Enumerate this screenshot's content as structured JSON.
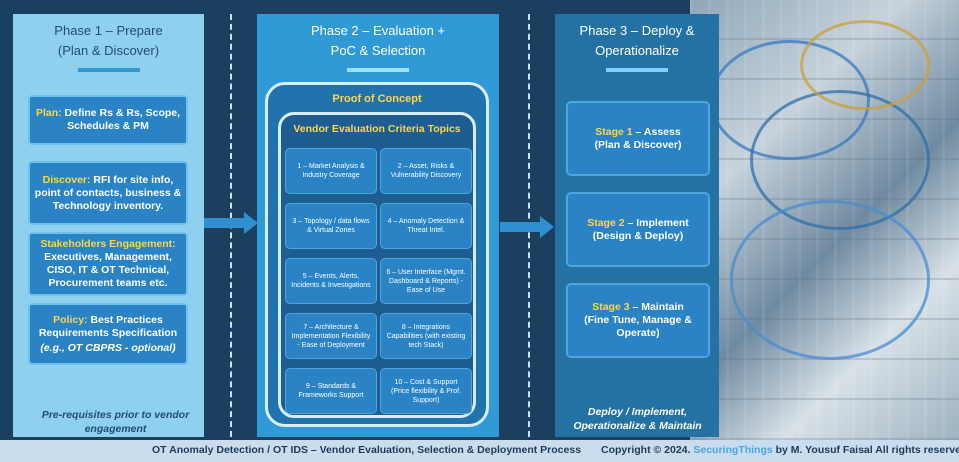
{
  "phase1": {
    "title_line1": "Phase 1 – Prepare",
    "title_line2": "(Plan & Discover)",
    "cards": [
      {
        "key": "Plan:",
        "text": " Define Rs & Rs, Scope, Schedules & PM"
      },
      {
        "key": "Discover:",
        "text": " RFI for site info, point of contacts, business & Technology inventory."
      },
      {
        "key": "Stakeholders Engagement:",
        "text": " Executives, Management, CISO, IT & OT Technical, Procurement teams etc."
      },
      {
        "key": "Policy:",
        "text": " Best Practices Requirements Specification",
        "extra": "(e.g., OT CBPRS - optional)"
      }
    ],
    "note_line1": "Pre-requisites prior to vendor",
    "note_line2": "engagement"
  },
  "phase2": {
    "title_line1": "Phase 2 – Evaluation +",
    "title_line2": "PoC & Selection",
    "poc_title": "Proof of Concept",
    "vendor_title": "Vendor Evaluation Criteria Topics",
    "topics": [
      "1 – Market Analysis & Industry Coverage",
      "2 – Asset, Risks & Vulnerability Discovery",
      "3 – Topology / data flows & Virtual Zones",
      "4 – Anomaly Detection & Threat Intel.",
      "5 – Events, Alerts, Incidents & Investigations",
      "6 – User Interface (Mgmt. Dashboard & Reports) - Ease of Use",
      "7 – Architecture & Implementation Flexibility - Ease of Deployment",
      "8 – Integrations Capabilities (with existing tech Stack)",
      "9 – Standards & Frameworks Support",
      "10 – Cost & Support (Price flexibility & Prof. Support)"
    ]
  },
  "phase3": {
    "title_line1": "Phase 3 – Deploy &",
    "title_line2": "Operationalize",
    "stages": [
      {
        "key": "Stage 1",
        "title": " – Assess",
        "sub": "(Plan & Discover)"
      },
      {
        "key": "Stage 2",
        "title": " – Implement",
        "sub": "(Design & Deploy)"
      },
      {
        "key": "Stage 3",
        "title": " – Maintain",
        "sub": "(Fine Tune, Manage & Operate)"
      }
    ],
    "note_line1": "Deploy / Implement,",
    "note_line2": "Operationalize & Maintain"
  },
  "footer": {
    "caption": "OT Anomaly Detection / OT IDS – Vendor Evaluation, Selection & Deployment Process",
    "copyright": "Copyright © 2024.",
    "brand": " SecuringThings",
    "rights": " by M. Yousuf Faisal All rights reserved"
  },
  "colors": {
    "highlight": "#ffd54a",
    "phase1_bg": "#8fd0ee",
    "phase2_bg": "#2f9ad6",
    "phase3_bg": "#2471a3",
    "card_bg": "#2a83c5"
  }
}
